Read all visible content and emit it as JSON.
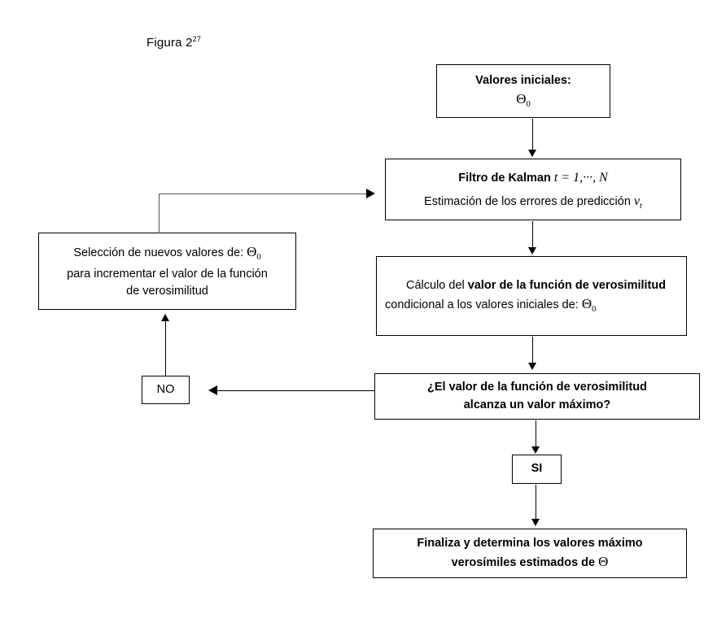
{
  "figure": {
    "caption_text": "Figura 2",
    "caption_footnote": "27"
  },
  "nodes": {
    "initial_values": {
      "line1": "Valores iniciales:",
      "line2_symbol": "Θ",
      "line2_subscript": "0"
    },
    "kalman_filter": {
      "line1_label": "Filtro de Kalman",
      "line1_math": "t = 1,···, N",
      "line2_text": "Estimación de los errores de predicción",
      "line2_symbol": "v",
      "line2_subscript": "t"
    },
    "likelihood_calc": {
      "seg1": "Cálculo del ",
      "seg2_bold": "valor de la función de verosimilitud",
      "seg3": " condicional a los valores iniciales de:",
      "symbol": "Θ",
      "subscript": "0"
    },
    "decision": {
      "line1": "¿El valor de la función de verosimilitud",
      "line2": "alcanza un valor máximo?"
    },
    "yes_label": {
      "text": "SI"
    },
    "no_label": {
      "text": "NO"
    },
    "final": {
      "line1": "Finaliza y determina los valores máximo",
      "line2": "verosímiles estimados  de",
      "symbol": "Θ"
    },
    "selection": {
      "line1_text": "Selección de nuevos valores de:",
      "line1_symbol": "Θ",
      "line1_subscript": "0",
      "line2": "para incrementar el valor de la función",
      "line3": "de verosimilitud"
    }
  },
  "colors": {
    "stroke": "#000000",
    "feedback_stroke": "#555555",
    "background": "#ffffff",
    "text": "#000000"
  }
}
